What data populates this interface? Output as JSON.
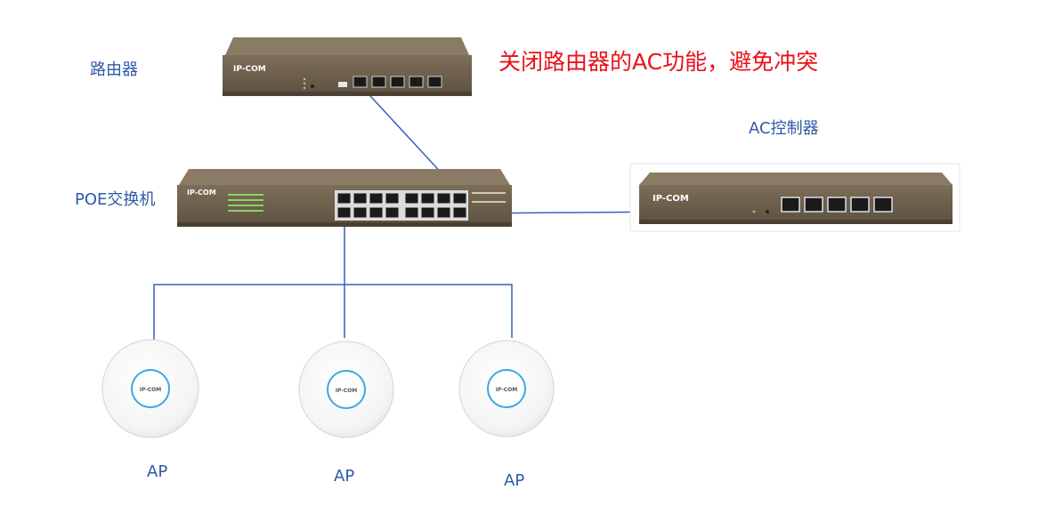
{
  "note": "关闭路由器的AC功能，避免冲突",
  "router": {
    "label": "路由器",
    "brand": "IP-COM"
  },
  "switch": {
    "label": "POE交换机",
    "brand": "IP-COM"
  },
  "ac_controller": {
    "label": "AC控制器",
    "brand": "IP-COM"
  },
  "access_points": [
    {
      "brand": "IP-COM",
      "label": "AP"
    },
    {
      "brand": "IP-COM",
      "label": "AP"
    },
    {
      "brand": "IP-COM",
      "label": "AP"
    }
  ],
  "colors": {
    "link": "#3b5fc0",
    "note": "#e8121b",
    "label": "#2e5aa8",
    "chassis": "#6e604c",
    "ap_ring": "#3aa7e6"
  }
}
